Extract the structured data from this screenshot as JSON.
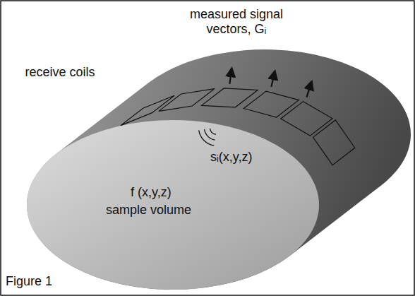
{
  "diagram": {
    "caption": "Figure 1",
    "labels": [
      "measured signal vectors, Gᵢ",
      "receive coils",
      "sᵢ(x,y,z)",
      "f (x,y,z)",
      "sample volume"
    ]
  }
}
